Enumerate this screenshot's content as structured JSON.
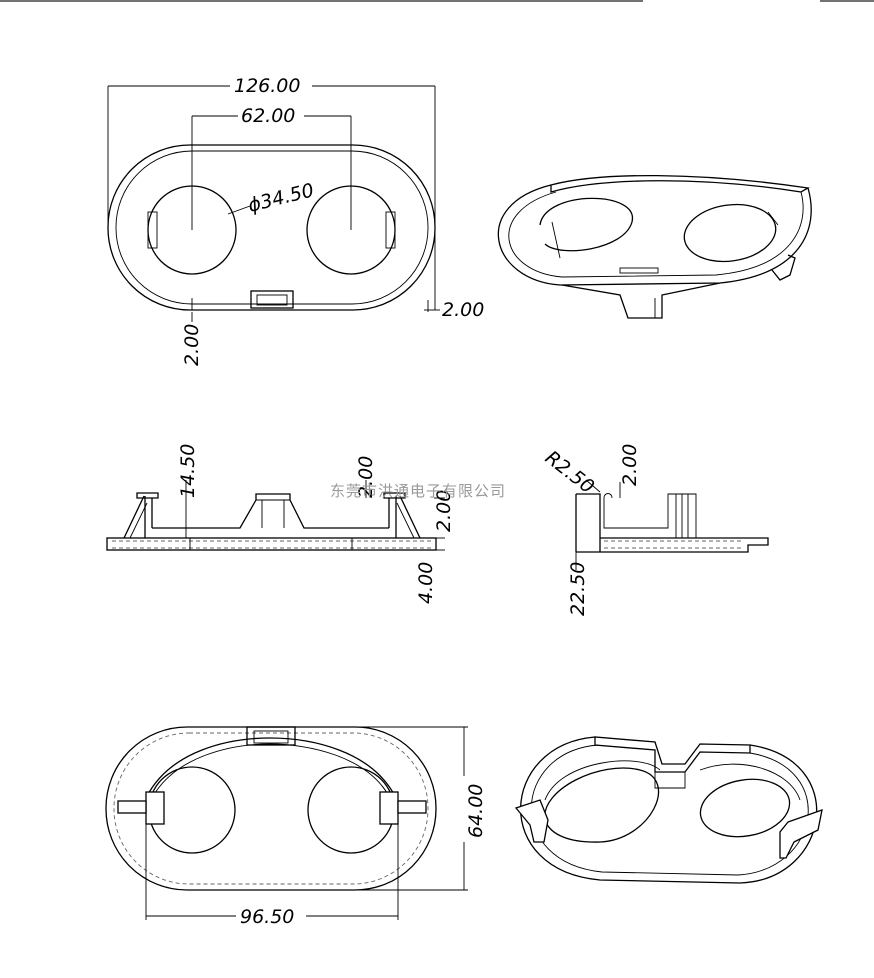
{
  "dimensions": {
    "overall_length": "126.00",
    "center_distance": "62.00",
    "cell_diameter": "ϕ34.50",
    "right_wall": "2.00",
    "bottom_wall": "2.00",
    "side_height": "14.50",
    "side_top": "2.00",
    "side_right": "2.00",
    "base_thickness": "4.00",
    "radius": "R2.50",
    "end_top": "2.00",
    "end_height": "22.50",
    "width": "64.00",
    "contact_span": "96.50"
  },
  "watermark": "东莞市洪通电子有限公司"
}
